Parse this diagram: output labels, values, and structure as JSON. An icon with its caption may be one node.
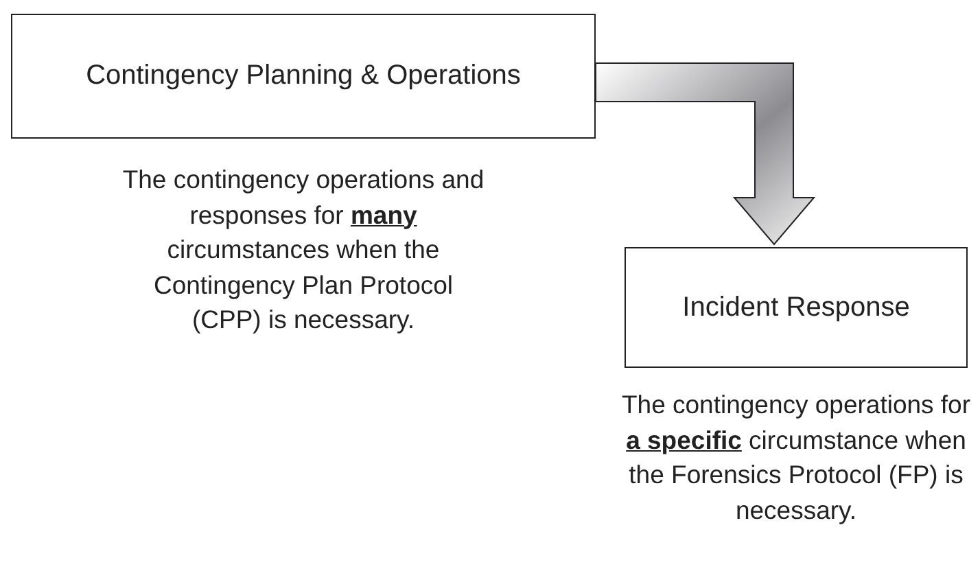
{
  "diagram": {
    "nodes": [
      {
        "text": [
          "Contingency Planning & Operations"
        ],
        "beside": [
          "The contingency operations and responses for **many** circumstances when the Contingency Plan Protocol (CPP) is necessary."
        ]
      },
      {
        "text": [
          "Incident Response"
        ],
        "beside": [
          "The contingency operations for **a specific** circumstance when the Forensics Protocol (FP) is necessary."
        ]
      }
    ],
    "edges": [
      {
        "from": 0,
        "to": 1,
        "arrow": "to"
      }
    ]
  }
}
